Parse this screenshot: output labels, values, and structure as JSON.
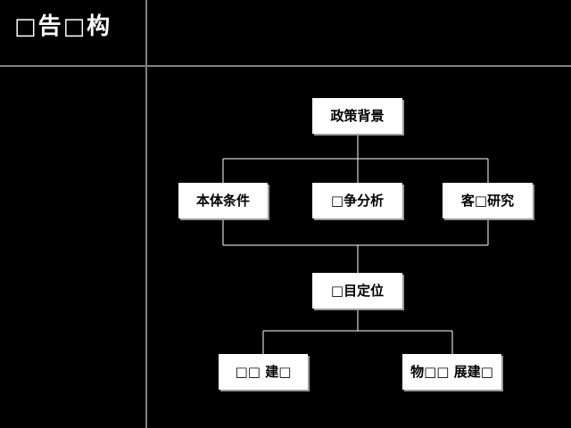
{
  "slide": {
    "title": "□告□构"
  },
  "diagram": {
    "nodes": {
      "policy": "政策背景",
      "self": "本体条件",
      "competition": "□争分析",
      "customer": "客□研究",
      "target": "□目定位",
      "build": "□□ 建□",
      "property": "物□□ 展建□"
    },
    "colors": {
      "background": "#000000",
      "node_fill": "#ffffff",
      "node_text": "#000000",
      "connector": "#ffffff",
      "divider": "#7f7f7f"
    }
  }
}
